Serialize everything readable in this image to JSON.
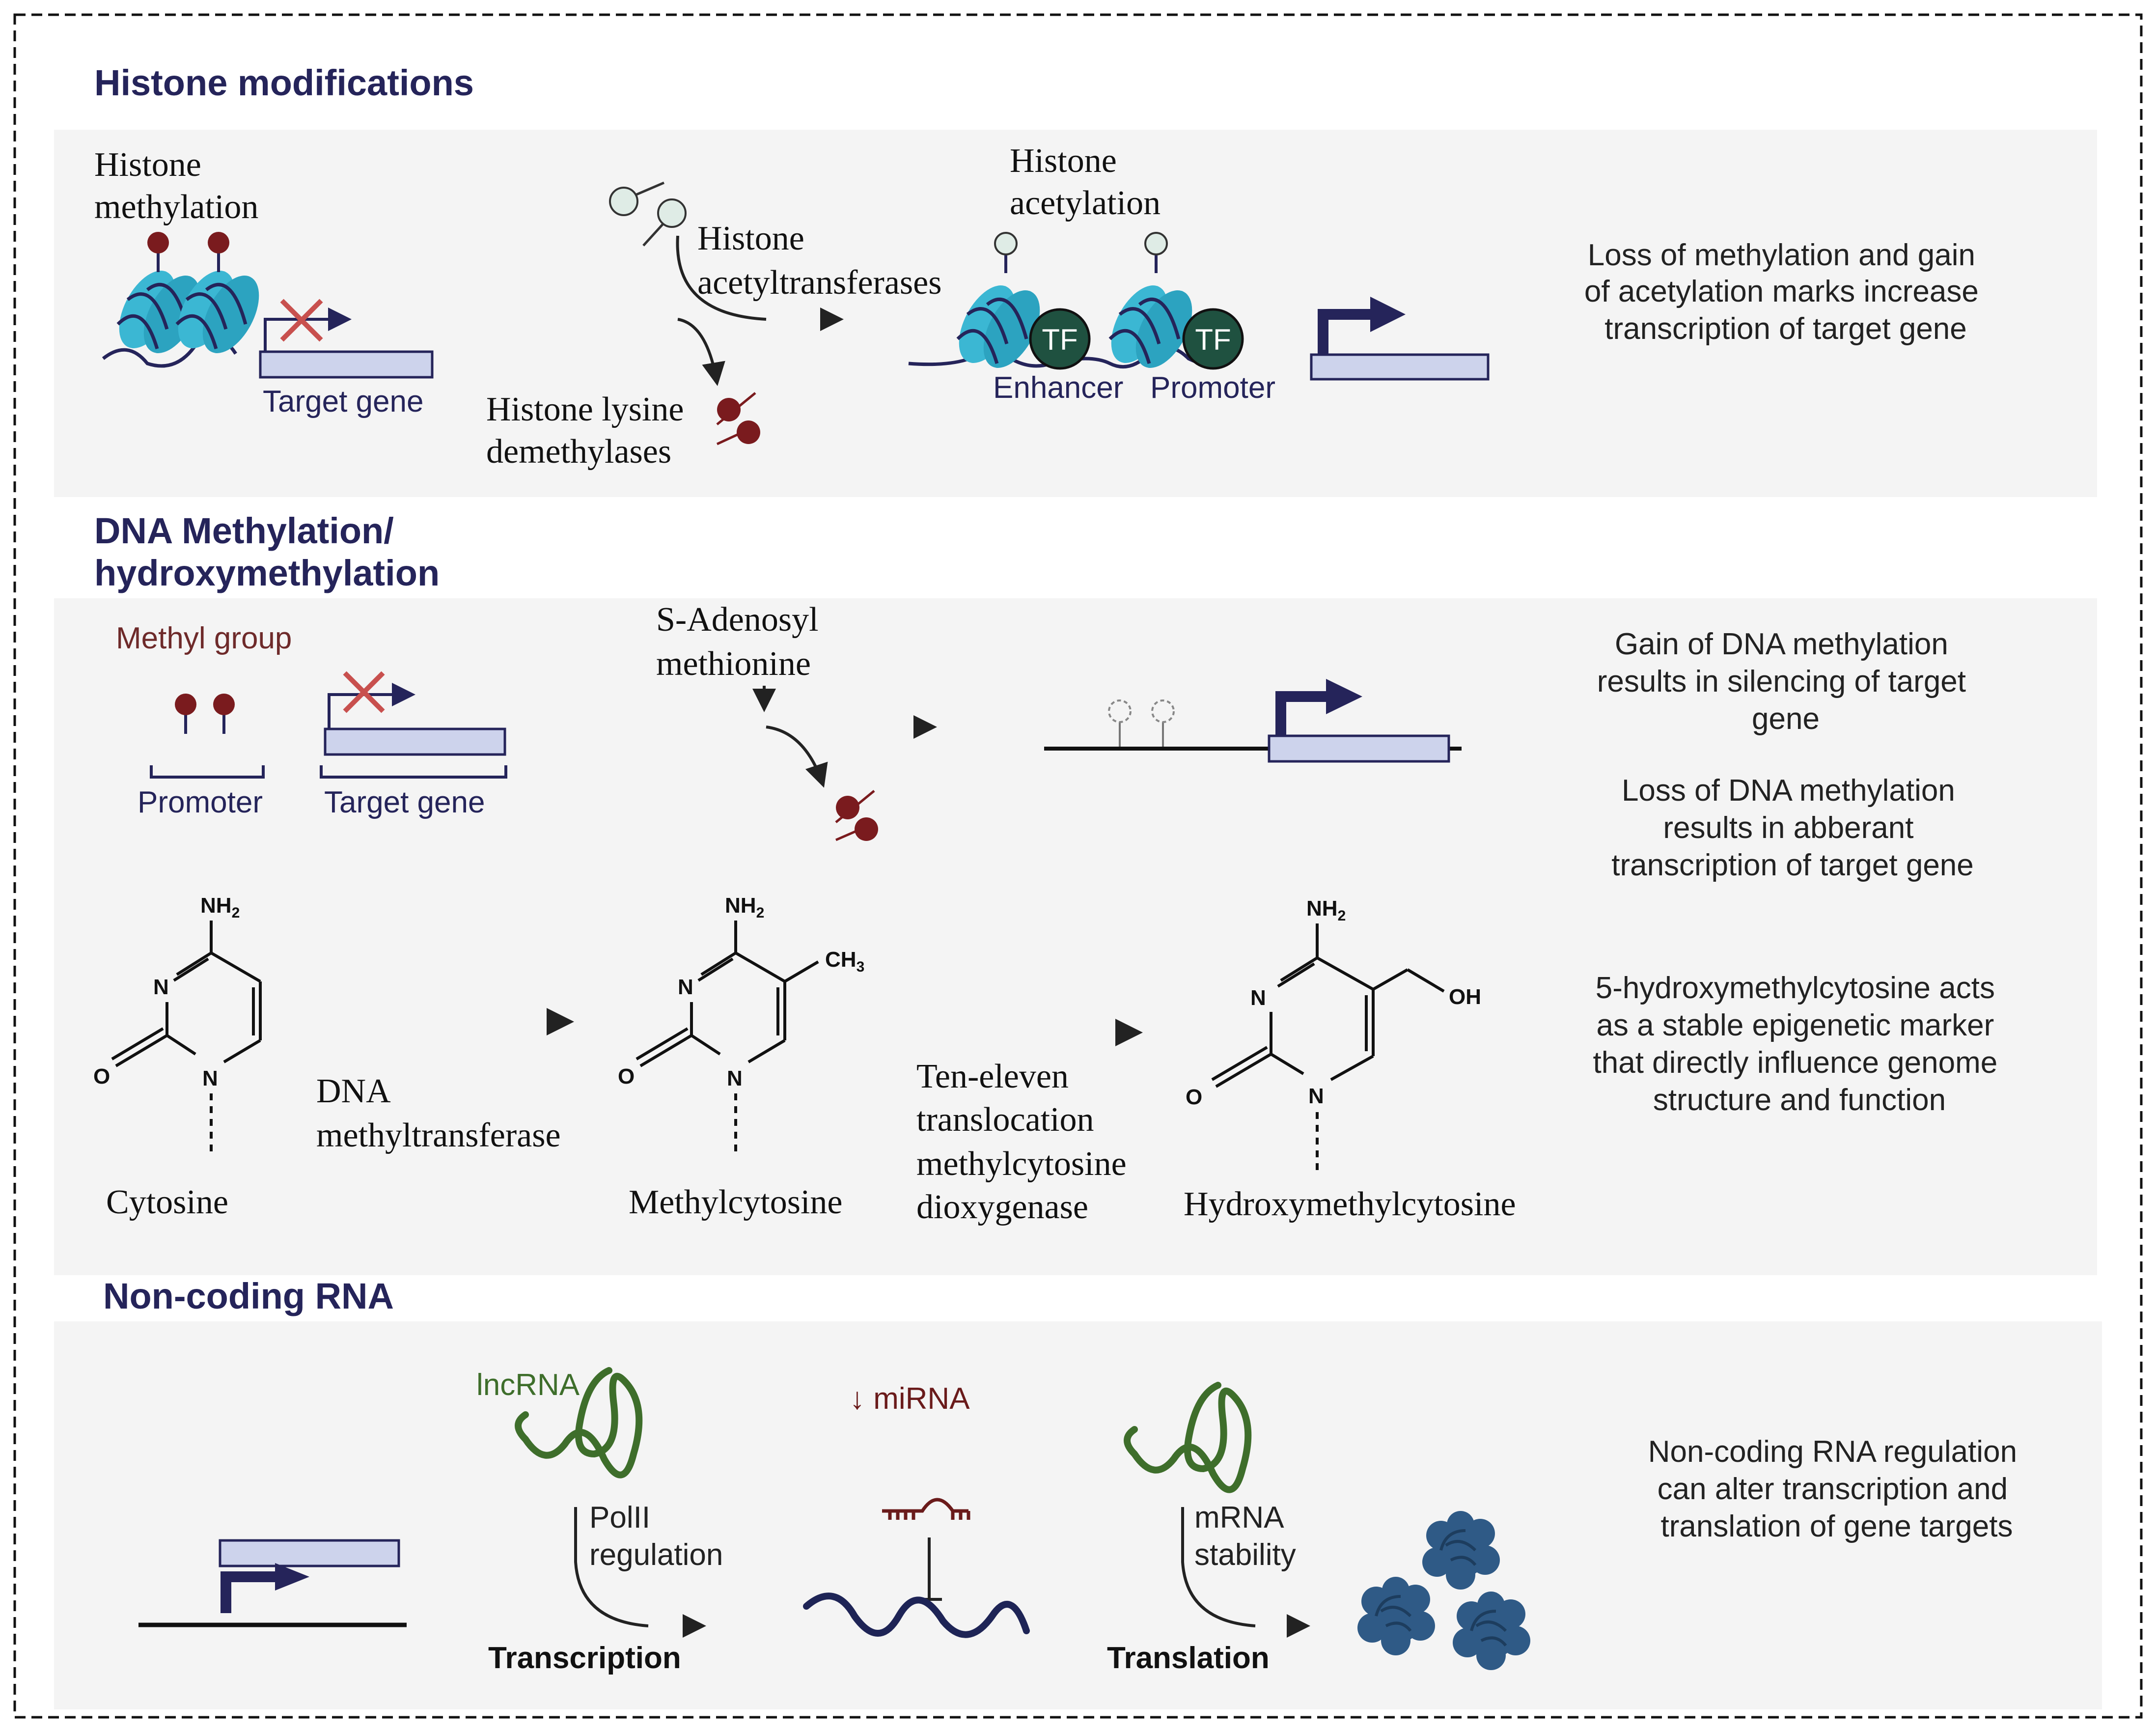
{
  "colors": {
    "heading": "#25245a",
    "panel_bg": "#f4f4f4",
    "navy": "#25245a",
    "gene_fill": "#cdd3ec",
    "methyl": "#7a1b1e",
    "acetyl": "#dfece6",
    "histone": "#3bb7d3",
    "tf": "#1f5140",
    "rna_green": "#3e6e2b",
    "mirna": "#6a1b1b",
    "protein": "#2f5a86",
    "arrow": "#222222"
  },
  "histone_section": {
    "title": "Histone modifications",
    "histone_methylation": [
      "Histone",
      "methylation"
    ],
    "target_gene": "Target gene",
    "hat": [
      "Histone",
      "acetyltransferases"
    ],
    "kdm": [
      "Histone lysine",
      "demethylases"
    ],
    "histone_acetylation": [
      "Histone",
      "acetylation"
    ],
    "tf_label": "TF",
    "enhancer": "Enhancer",
    "promoter": "Promoter",
    "summary": [
      "Loss of methylation and gain",
      "of acetylation marks increase",
      "transcription of target gene"
    ]
  },
  "dna_section": {
    "title": [
      "DNA Methylation/",
      "hydroxymethylation"
    ],
    "methyl_group": "Methyl group",
    "promoter": "Promoter",
    "target_gene": "Target gene",
    "sam": [
      "S-Adenosyl",
      "methionine"
    ],
    "summary_gain": [
      "Gain of DNA methylation",
      "results in silencing of target",
      "gene"
    ],
    "summary_loss": [
      "Loss of DNA methylation",
      "results in abberant",
      "transcription of target gene"
    ],
    "cytosine": "Cytosine",
    "dnmt": [
      "DNA",
      "methyltransferase"
    ],
    "methylcytosine": "Methylcytosine",
    "tet": [
      "Ten-eleven",
      "translocation",
      "methylcytosine",
      "dioxygenase"
    ],
    "hydroxymethylcytosine": "Hydroxymethylcytosine",
    "atoms": {
      "nh2": "NH",
      "sub2": "2",
      "n": "N",
      "o": "O",
      "ch3": "CH",
      "sub3": "3",
      "oh": "OH"
    },
    "summary_5hmc": [
      "5-hydroxymethylcytosine acts",
      "as a stable epigenetic marker",
      "that directly influence genome",
      "structure and function"
    ]
  },
  "ncrna_section": {
    "title": "Non-coding RNA",
    "lncrna": "lncRNA",
    "polii": [
      "PolII",
      "regulation"
    ],
    "transcription": "Transcription",
    "mirna": "↓ miRNA",
    "mrna": [
      "mRNA",
      "stability"
    ],
    "translation": "Translation",
    "summary": [
      "Non-coding RNA regulation",
      "can alter transcription and",
      "translation of gene targets"
    ]
  }
}
